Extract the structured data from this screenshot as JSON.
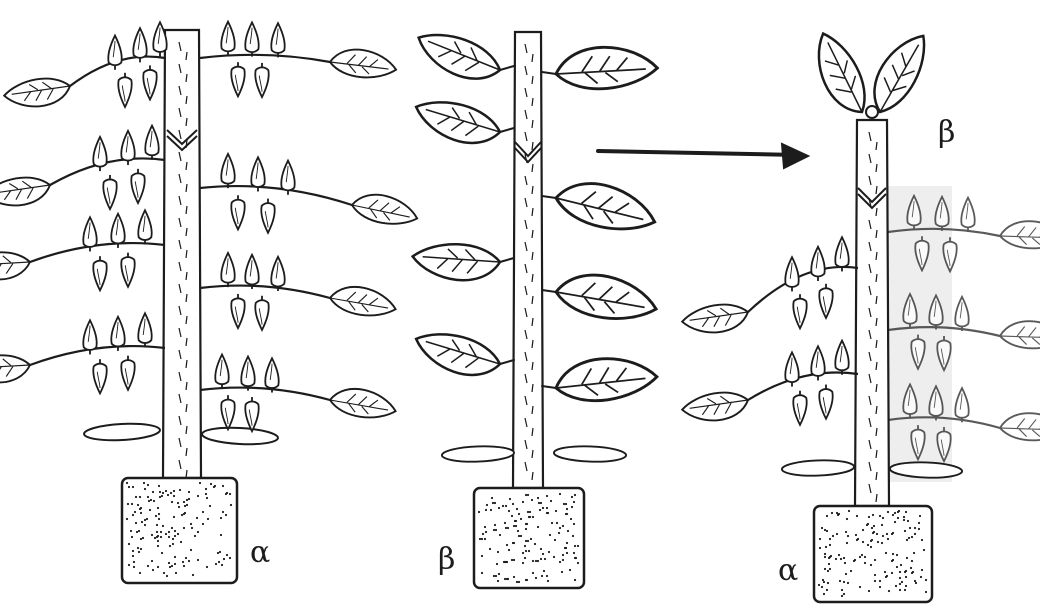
{
  "figure": {
    "labels": {
      "plant_a": "α",
      "plant_b": "β",
      "grafted_top": "β",
      "grafted_bottom": "α"
    },
    "colors": {
      "ink": "#1c1c1c",
      "paper": "#ffffff",
      "shade": "#d9d9d9"
    }
  }
}
